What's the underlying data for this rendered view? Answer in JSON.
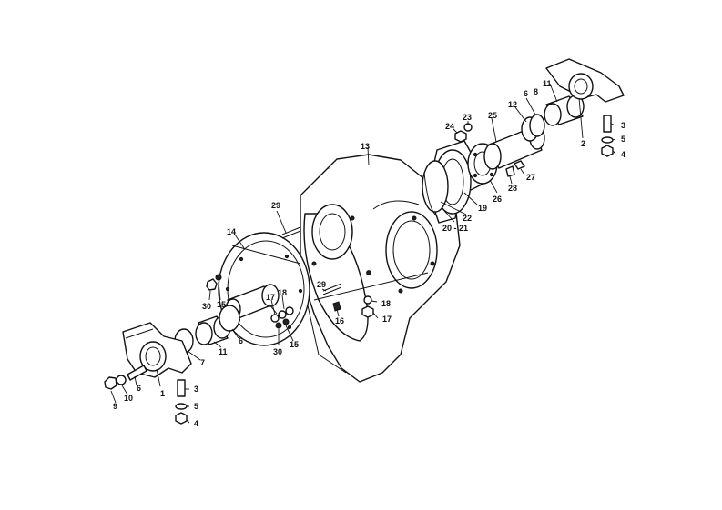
{
  "labels": {
    "l1": "1",
    "l2": "2",
    "l3a": "3",
    "l3b": "3",
    "l4a": "4",
    "l4b": "4",
    "l5a": "5",
    "l5b": "5",
    "l6a": "6",
    "l6b": "6",
    "l6c": "6",
    "l7": "7",
    "l8": "8",
    "l9": "9",
    "l10": "10",
    "l11a": "11",
    "l11b": "11",
    "l12": "12",
    "l13": "13",
    "l14": "14",
    "l15a": "15",
    "l15b": "15",
    "l16": "16",
    "l17a": "17",
    "l17b": "17",
    "l18a": "18",
    "l18b": "18",
    "l19": "19",
    "l20": "20 - 21",
    "l22": "22",
    "l23": "23",
    "l24": "24",
    "l25": "25",
    "l26": "26",
    "l27": "27",
    "l28": "28",
    "l29a": "29",
    "l29b": "29",
    "l30a": "30",
    "l30b": "30"
  }
}
